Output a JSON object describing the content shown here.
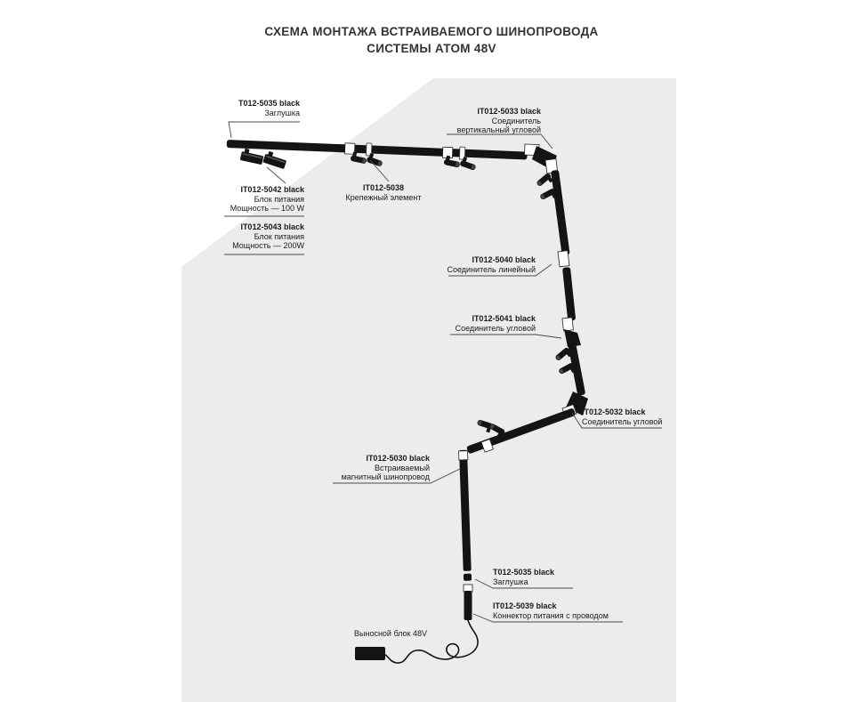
{
  "title": {
    "line1": "СХЕМА МОНТАЖА ВСТРАИВАЕМОГО ШИНОПРОВОДА",
    "line2": "СИСТЕМЫ АТОМ 48V"
  },
  "labels": {
    "endcap_top": {
      "code": "Т012-5035 black",
      "line2": "Заглушка"
    },
    "corner_vertical": {
      "code": "IT012-5033 black",
      "line2": "Соединитель",
      "line3": "вертикальный угловой"
    },
    "psu_100": {
      "code": "IT012-5042 black",
      "line2": "Блок питания",
      "line3": "Мощность — 100 W"
    },
    "psu_200": {
      "code": "IT012-5043 black",
      "line2": "Блок питания",
      "line3": "Мощность — 200W"
    },
    "clip": {
      "code": "IT012-5038",
      "line2": "Крепежный элемент"
    },
    "linear": {
      "code": "IT012-5040 black",
      "line2": "Соединитель линейный"
    },
    "corner1": {
      "code": "IT012-5041 black",
      "line2": "Соединитель угловой"
    },
    "corner2": {
      "code": "IT012-5032 black",
      "line2": "Соединитель угловой"
    },
    "track": {
      "code": "IT012-5030 black",
      "line2": "Встраиваемый",
      "line3": "магнитный шинопровод"
    },
    "endcap_bottom": {
      "code": "Т012-5035 black",
      "line2": "Заглушка"
    },
    "power_connector": {
      "code": "IT012-5039 black",
      "line2": "Коннектор питания с проводом"
    },
    "external_block": {
      "text": "Выносной блок 48V"
    }
  },
  "colors": {
    "background": "#ffffff",
    "wall": "#ececec",
    "track": "#141414",
    "leader": "#4a4a4a"
  }
}
